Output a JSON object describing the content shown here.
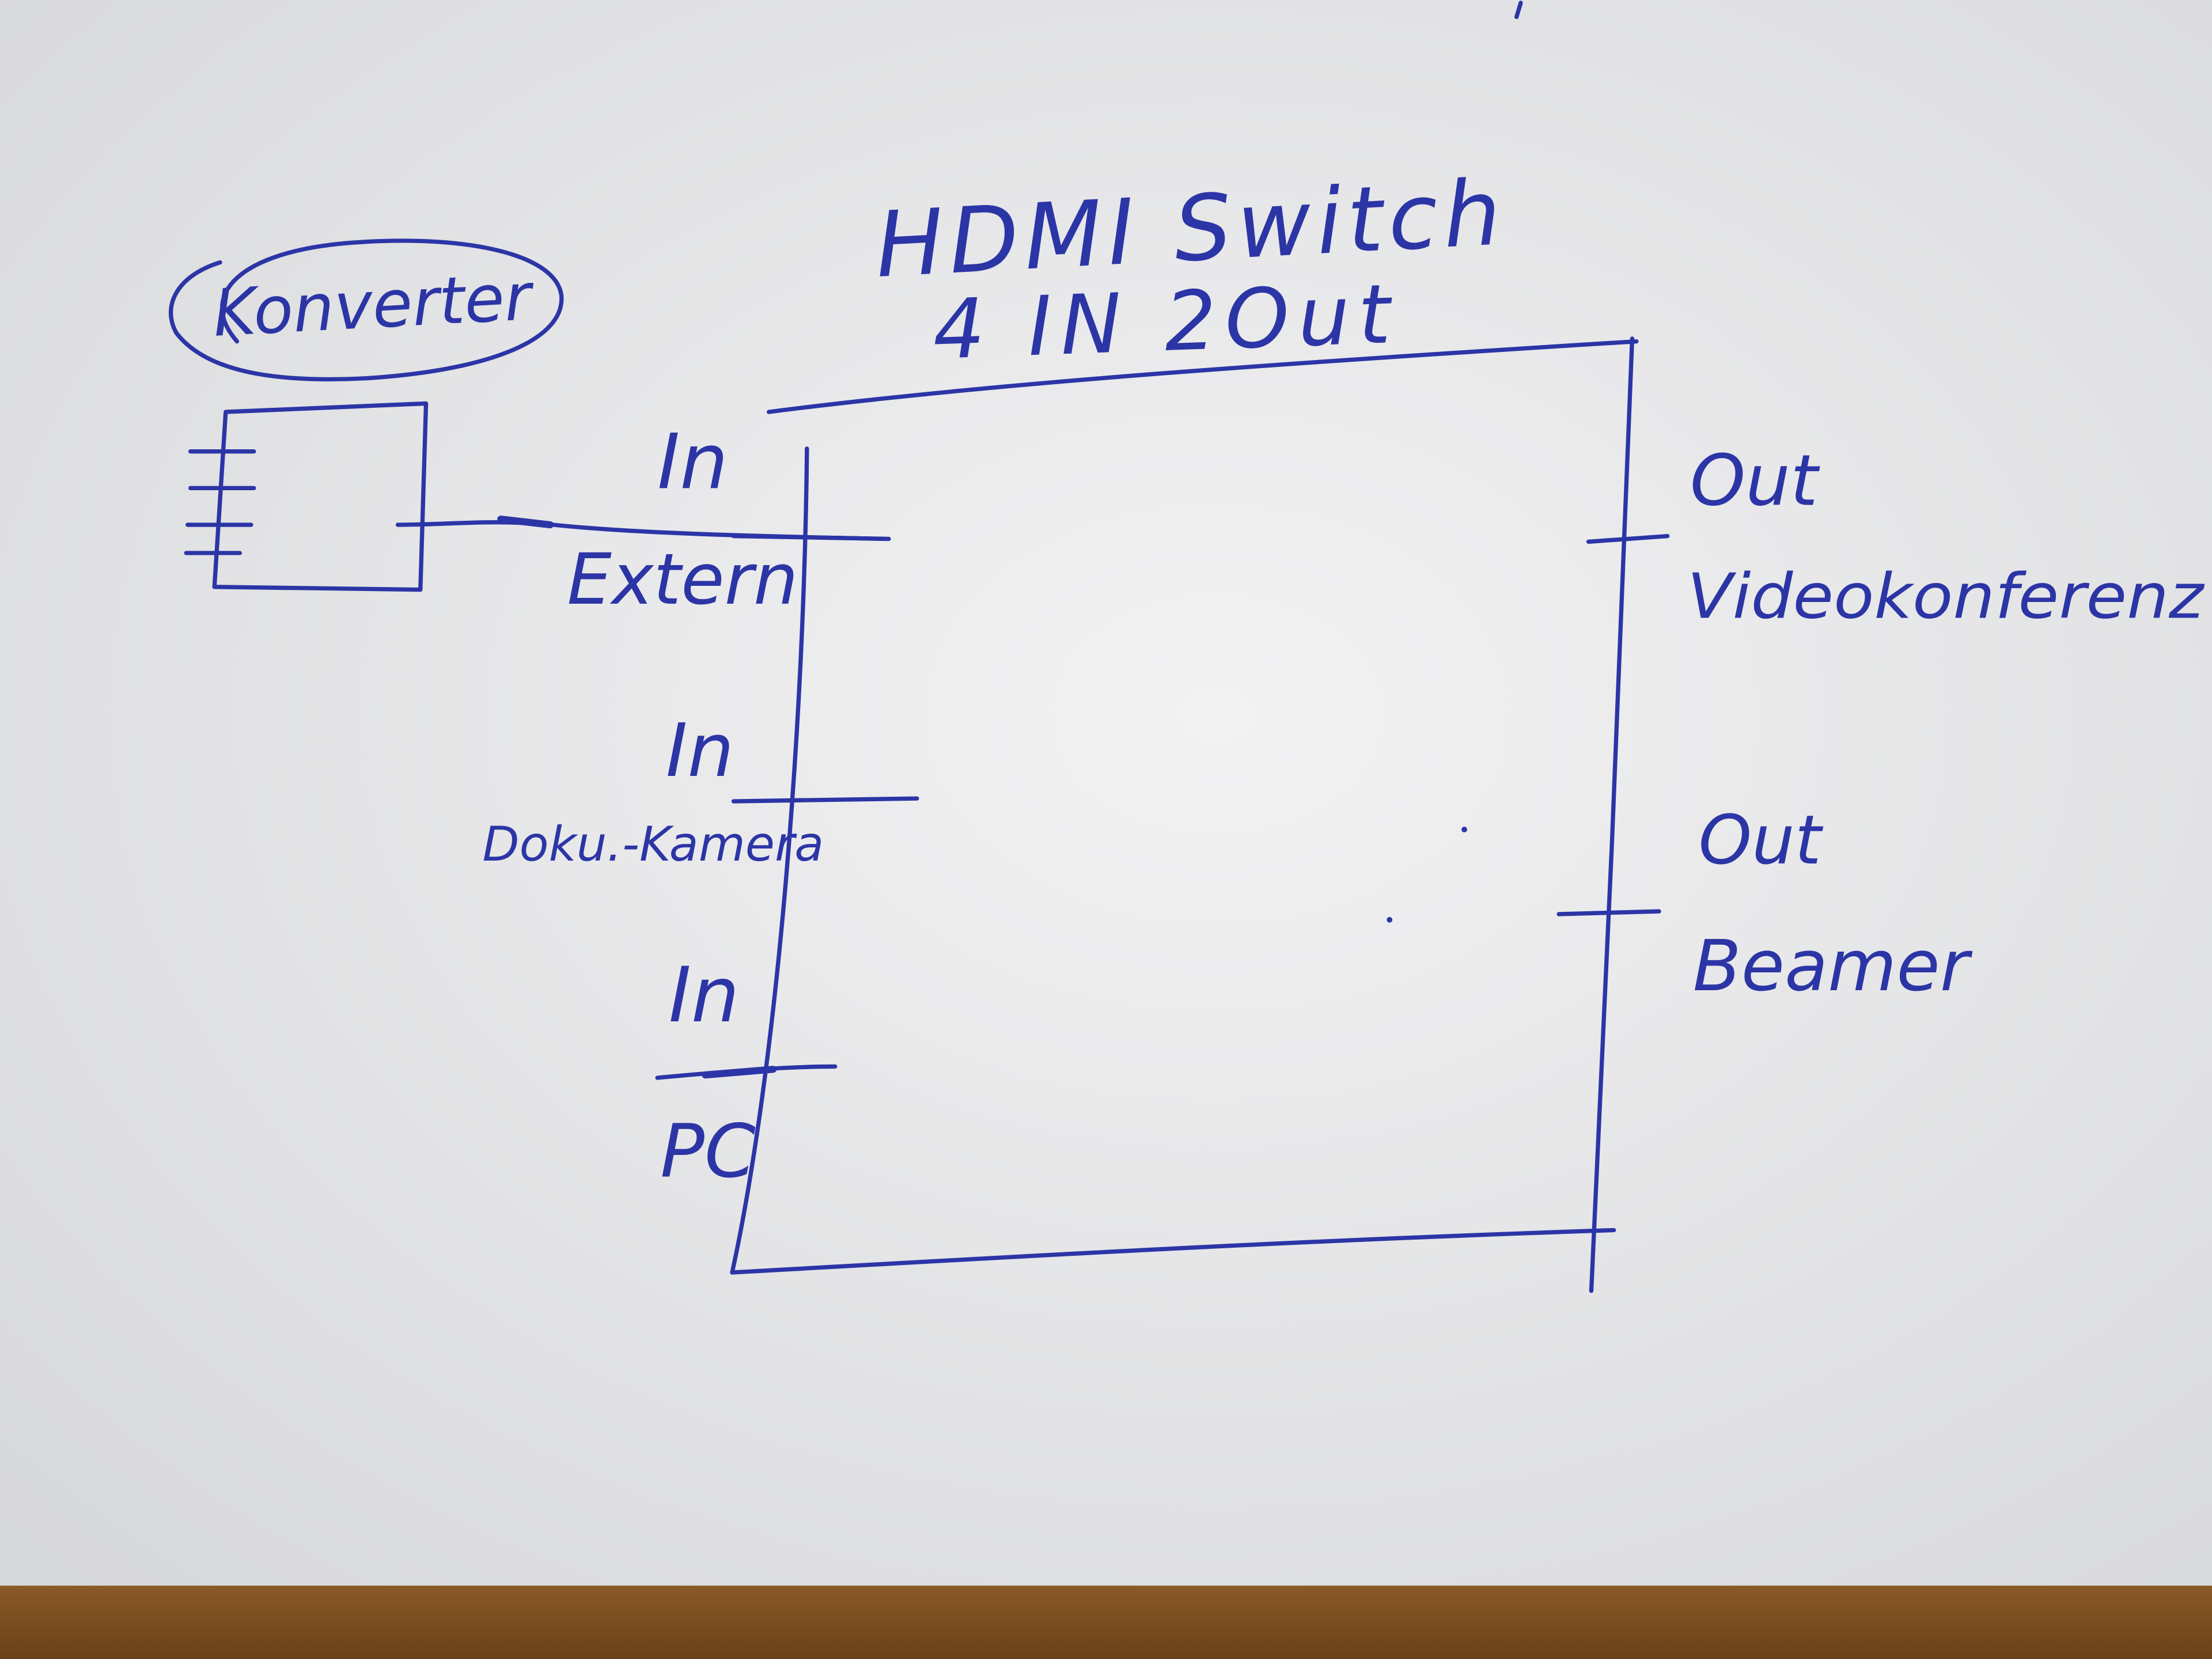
{
  "switch": {
    "title": "HDMI Switch",
    "subtitle": "4 IN 2Out"
  },
  "converter": {
    "label": "Konverter"
  },
  "inputs": [
    {
      "port": "In",
      "label": "Extern"
    },
    {
      "port": "In",
      "label": "Doku.-Kamera"
    },
    {
      "port": "In",
      "label": "PC"
    }
  ],
  "outputs": [
    {
      "port": "Out",
      "label": "Videokonferenz"
    },
    {
      "port": "Out",
      "label": "Beamer"
    }
  ],
  "colors": {
    "paper": "#e9e9ea",
    "ink": "#2c35a6",
    "table": "#7a4e20"
  }
}
